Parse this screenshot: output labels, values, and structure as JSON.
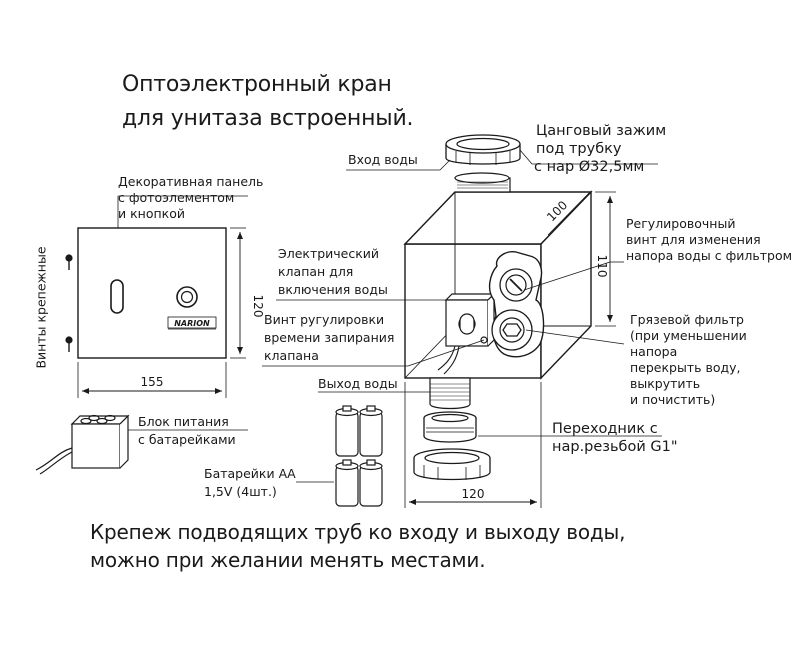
{
  "title": {
    "line1": "Оптоэлектронный кран",
    "line2": "для унитаза встроенный."
  },
  "footer": {
    "line1": "Крепеж подводящих труб ко входу и выходу воды,",
    "line2": "можно при желании менять местами."
  },
  "labels": {
    "decor_panel": [
      "Декоративная панель",
      "с фотоэлементом",
      "и кнопкой"
    ],
    "screws": "Винты крепежные",
    "power_block": [
      "Блок питания",
      "с батарейками"
    ],
    "batteries": [
      "Батарейки АА",
      "1,5V (4шт.)"
    ],
    "water_in": "Вход воды",
    "water_out": "Выход воды",
    "collet": [
      "Цанговый зажим",
      "под трубку",
      "с нар Ø32,5мм"
    ],
    "electric_valve": [
      "Электрический",
      "клапан для",
      "включения воды"
    ],
    "screw_adjust": [
      "Винт ругулировки",
      "времени запирания",
      "клапана"
    ],
    "reg_screw": [
      "Регулировочный",
      "винт для изменения",
      "напора воды с фильтром"
    ],
    "dirt_filter": [
      "Грязевой фильтр",
      "(при уменьшении",
      "напора",
      "перекрыть воду,",
      "выкрутить",
      "и почистить)"
    ],
    "adapter": [
      "Переходник с",
      "нар.резьбой G1\""
    ],
    "logo": "NARION"
  },
  "dimensions": {
    "panel_width": "155",
    "panel_height": "120",
    "box_depth": "100",
    "box_height": "110",
    "box_width": "120"
  }
}
